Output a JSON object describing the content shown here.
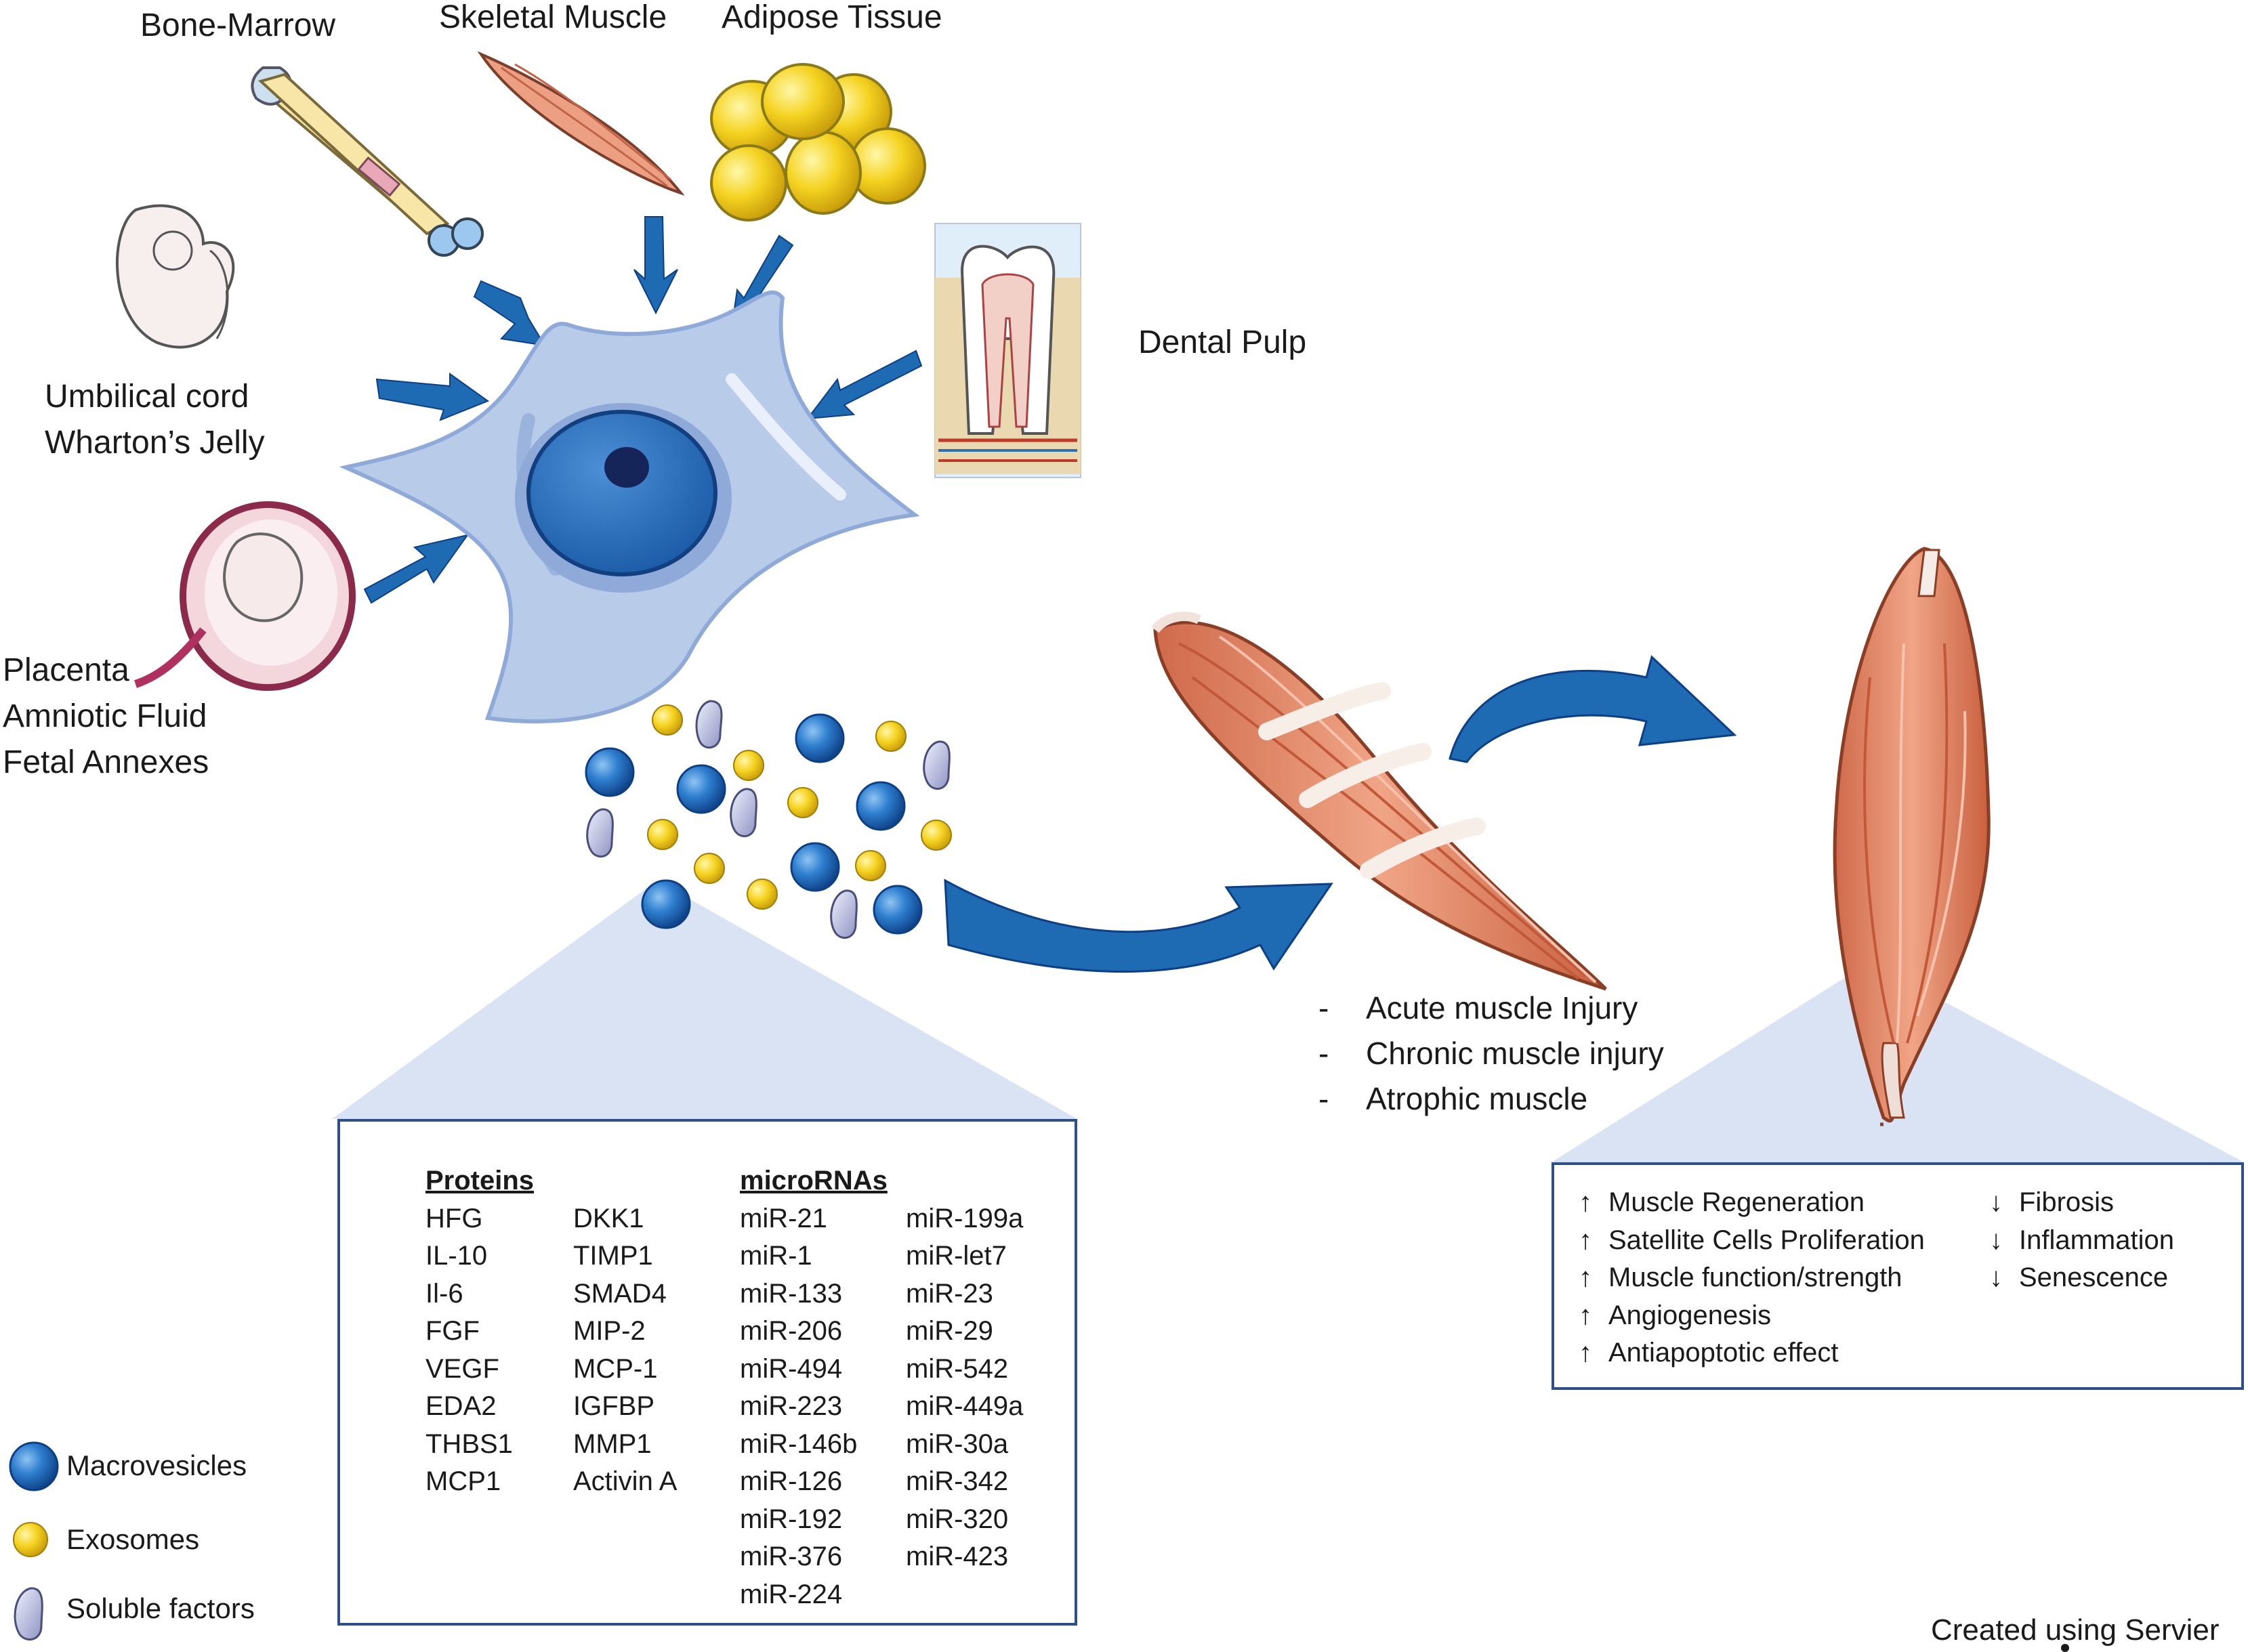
{
  "sources": {
    "bone_marrow": "Bone-Marrow",
    "skeletal_muscle": "Skeletal Muscle",
    "adipose_tissue": "Adipose Tissue",
    "dental_pulp": "Dental Pulp",
    "umbilical_line1": "Umbilical cord",
    "umbilical_line2": "Wharton’s Jelly",
    "placenta_line1": "Placenta",
    "placenta_line2": "Amniotic Fluid",
    "placenta_line3": "Fetal Annexes"
  },
  "legend": {
    "macrovesicles": "Macrovesicles",
    "exosomes": "Exosomes",
    "soluble_factors": "Soluble factors"
  },
  "secretome": {
    "proteins_header": "Proteins",
    "proteins_col1": [
      "HFG",
      "IL-10",
      "Il-6",
      "FGF",
      "VEGF",
      "EDA2",
      "THBS1",
      "MCP1"
    ],
    "proteins_col2": [
      "DKK1",
      "TIMP1",
      "SMAD4",
      "MIP-2",
      "MCP-1",
      "IGFBP",
      "MMP1",
      "Activin A"
    ],
    "micro_header": "microRNAs",
    "micro_col1": [
      "miR-21",
      "miR-1",
      "miR-133",
      "miR-206",
      "miR-494",
      "miR-223",
      "miR-146b",
      "miR-126",
      "miR-192",
      "miR-376",
      "miR-224"
    ],
    "micro_col2": [
      "miR-199a",
      "miR-let7",
      "miR-23",
      "miR-29",
      "miR-542",
      "miR-449a",
      "miR-30a",
      "miR-342",
      "miR-320",
      "miR-423"
    ]
  },
  "injury": {
    "dash": "-",
    "items": [
      "Acute muscle Injury",
      "Chronic muscle injury",
      "Atrophic muscle"
    ]
  },
  "effects": {
    "up_symbol": "↑",
    "down_symbol": "↓",
    "increase": [
      "Muscle Regeneration",
      "Satellite Cells Proliferation",
      "Muscle function/strength",
      "Angiogenesis",
      "Antiapoptotic effect"
    ],
    "decrease": [
      "Fibrosis",
      "Inflammation",
      "Senescence"
    ]
  },
  "credit": "Created using Servier",
  "colors": {
    "arrow_blue": "#1e6ab3",
    "cell_light": "#b8cbe8",
    "cell_mid": "#8fa9d9",
    "nucleus": "#2f6fb7",
    "box_border": "#2d4f8a",
    "fan": "#d9e3f4",
    "muscle": "#e08a6a",
    "exosome": "#f2d021"
  }
}
